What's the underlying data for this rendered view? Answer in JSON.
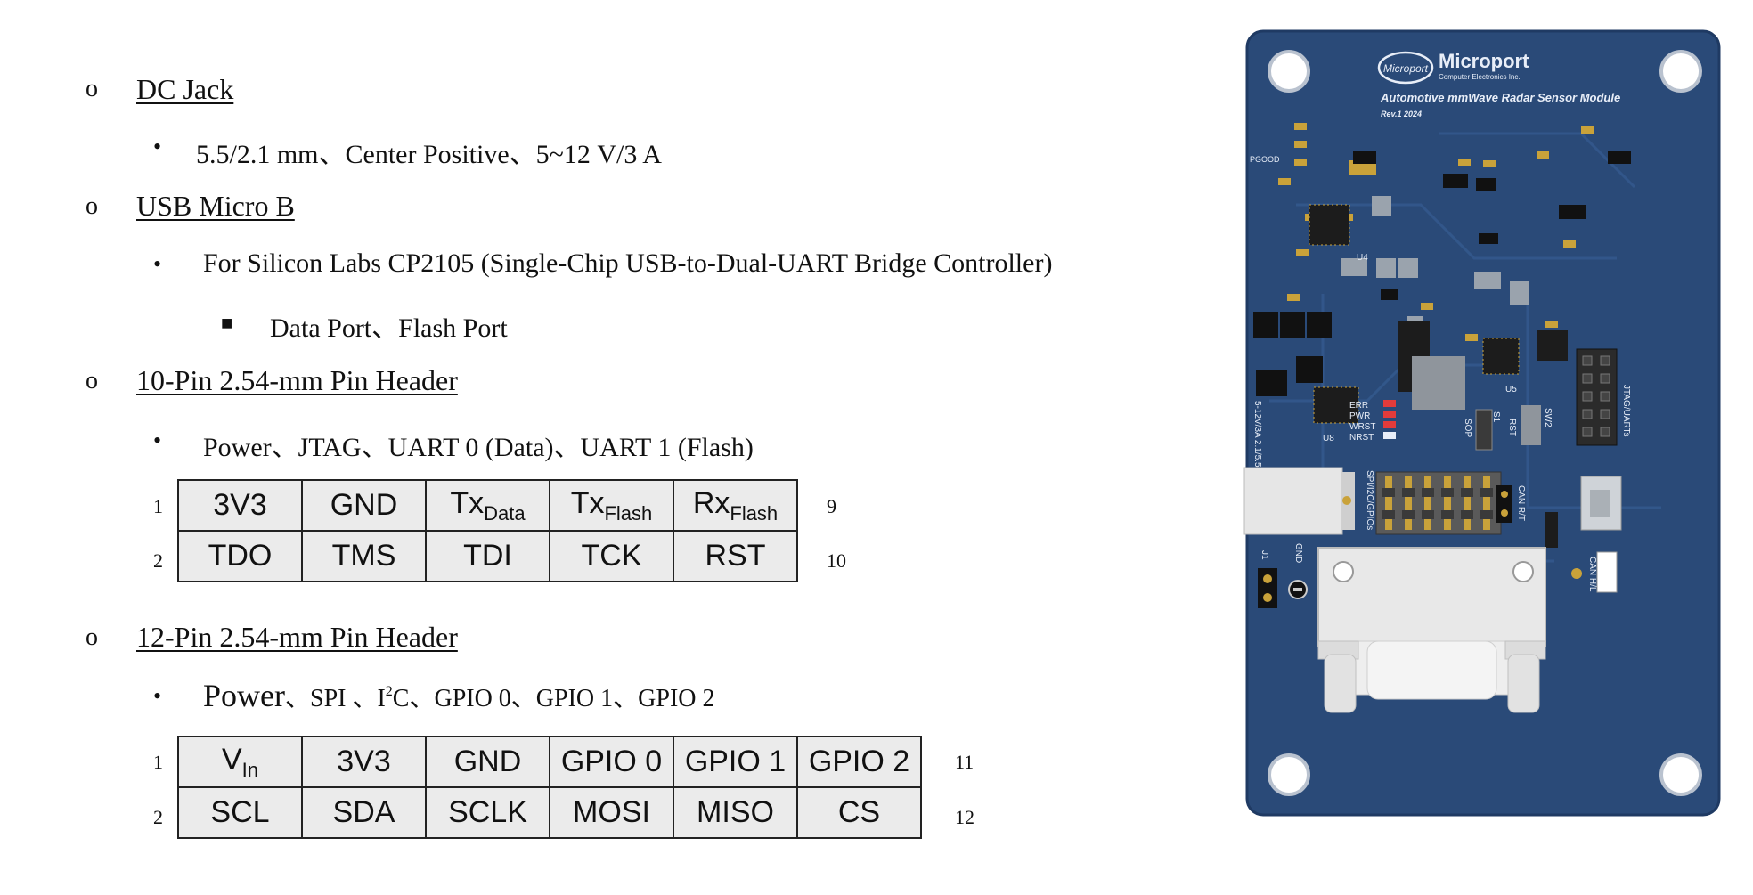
{
  "sections": [
    {
      "title": "DC Jack",
      "bullets": [
        "5.5/2.1 mm、Center Positive、5~12 V/3 A"
      ]
    },
    {
      "title": "USB Micro B",
      "bullets": [
        "For Silicon Labs CP2105 (Single-Chip USB-to-Dual-UART Bridge Controller)"
      ],
      "sub_bullets": [
        "Data Port、Flash Port"
      ]
    },
    {
      "title": "10-Pin 2.54-mm Pin Header",
      "bullets": [
        "Power、JTAG、UART 0 (Data)、UART 1 (Flash)"
      ]
    },
    {
      "title": "12-Pin 2.54-mm Pin Header",
      "bullets_parts": {
        "power": "Power",
        "spi": "、SPI 、I",
        "i2c_sup": "2",
        "rest": "C、GPIO 0、GPIO 1、GPIO 2"
      }
    }
  ],
  "header10": {
    "row1": [
      {
        "base": "3V3"
      },
      {
        "base": "GND"
      },
      {
        "base": "Tx",
        "sub": "Data"
      },
      {
        "base": "Tx",
        "sub": "Flash"
      },
      {
        "base": "Rx",
        "sub": "Flash"
      }
    ],
    "row2": [
      "TDO",
      "TMS",
      "TDI",
      "TCK",
      "RST"
    ],
    "left": [
      "1",
      "2"
    ],
    "right": [
      "9",
      "10"
    ]
  },
  "header12": {
    "row1": [
      {
        "base": "V",
        "sub": "In"
      },
      {
        "base": "3V3"
      },
      {
        "base": "GND"
      },
      {
        "base": "GPIO 0"
      },
      {
        "base": "GPIO 1"
      },
      {
        "base": "GPIO 2"
      }
    ],
    "row2": [
      "SCL",
      "SDA",
      "SCLK",
      "MOSI",
      "MISO",
      "CS"
    ],
    "left": [
      "1",
      "2"
    ],
    "right": [
      "11",
      "12"
    ]
  },
  "board": {
    "brand": "Microport",
    "brand_sub": "Computer Electronics Inc.",
    "logo_text": "Microport",
    "product": "Automotive mmWave Radar Sensor Module",
    "rev": "Rev.1 2024",
    "labels": {
      "pgood": "PGOOD",
      "u4": "U4",
      "u5": "U5",
      "u8": "U8",
      "err": "ERR",
      "pwr": "PWR",
      "wrst": "WRST",
      "nrst": "NRST",
      "s1": "S1",
      "sop": "SOP",
      "rst": "RST",
      "sw2": "SW2",
      "jtag": "JTAG/UARTs",
      "dcjack": "5-12V/3A 2.1/5.5MM",
      "spi": "SPI/I2C/GPIOs",
      "can_rt": "CAN R/T",
      "can_hl": "CAN H/L",
      "j1": "J1",
      "gnd": "GND"
    },
    "colors": {
      "pcb": "#2a4a78",
      "pcb_edge": "#1f3a63",
      "pad": "#c9a23a",
      "silk": "#e8eef8"
    }
  }
}
